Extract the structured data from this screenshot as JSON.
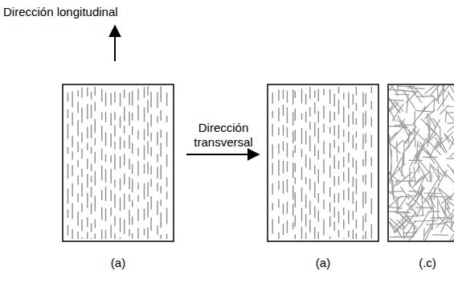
{
  "diagram": {
    "labels": [
      "Dirección longitudinal",
      "Dirección transversal",
      "(a)",
      "(a)",
      "(.c)"
    ]
  }
}
